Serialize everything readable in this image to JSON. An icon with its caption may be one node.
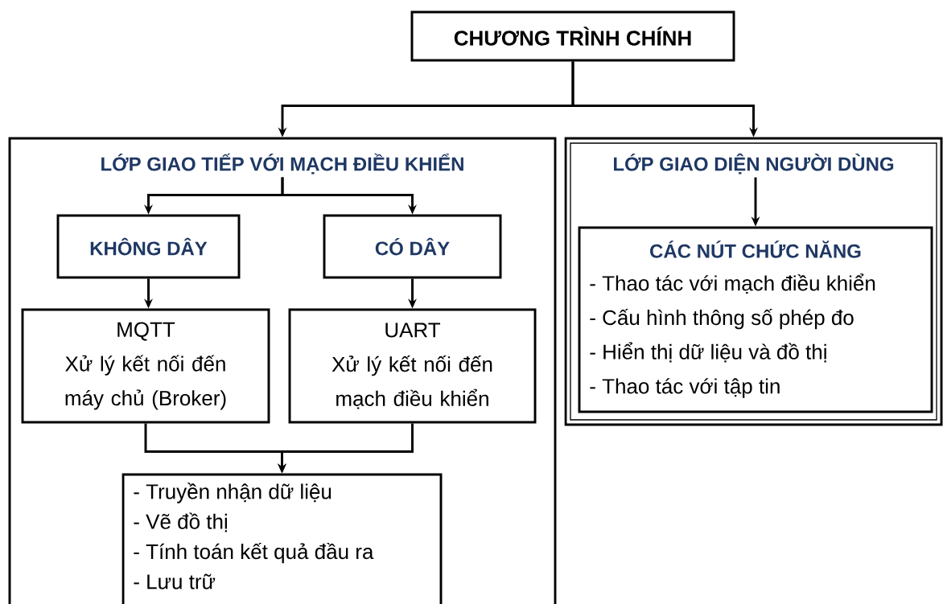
{
  "diagram": {
    "nodes": [
      {
        "text": [
          "CHƯƠNG TRÌNH CHÍNH"
        ]
      },
      {
        "text": [
          "LỚP GIAO TIẾP VỚI MẠCH ĐIỀU KHIỂN"
        ]
      },
      {
        "text": [
          "LỚP GIAO DIỆN NGƯỜI DÙNG"
        ]
      },
      {
        "text": [
          "KHÔNG DÂY"
        ],
        "in": 1
      },
      {
        "text": [
          "CÓ DÂY"
        ],
        "in": 1
      },
      {
        "text": [
          "MQTT",
          "Xử lý kết nối đến máy chủ (Broker)"
        ],
        "in": 1
      },
      {
        "text": [
          "UART",
          "Xử lý kết nối đến mạch điều khiển"
        ],
        "in": 1
      },
      {
        "text": [
          "- Truyền nhận dữ liệu",
          "- Vẽ đồ thị",
          "- Tính toán kết quả đầu ra",
          "- Lưu trữ"
        ],
        "in": 1
      },
      {
        "text": [
          "CÁC NÚT CHỨC NĂNG",
          "- Thao tác với mạch điều khiển",
          "- Cấu hình thông số phép đo",
          "- Hiển thị dữ liệu và đồ thị",
          "- Thao tác với tập tin"
        ],
        "in": 2
      }
    ],
    "edges": [
      {
        "from": 0,
        "to": 1,
        "arrow": "to"
      },
      {
        "from": 0,
        "to": 2,
        "arrow": "to"
      },
      {
        "from": 1,
        "to": 3,
        "arrow": "to"
      },
      {
        "from": 1,
        "to": 4,
        "arrow": "to"
      },
      {
        "from": 3,
        "to": 5,
        "arrow": "to"
      },
      {
        "from": 4,
        "to": 6,
        "arrow": "to"
      },
      {
        "from": 5,
        "to": 7,
        "arrow": "to"
      },
      {
        "from": 6,
        "to": 7,
        "arrow": "to"
      },
      {
        "from": 2,
        "to": 8,
        "arrow": "to"
      }
    ]
  }
}
